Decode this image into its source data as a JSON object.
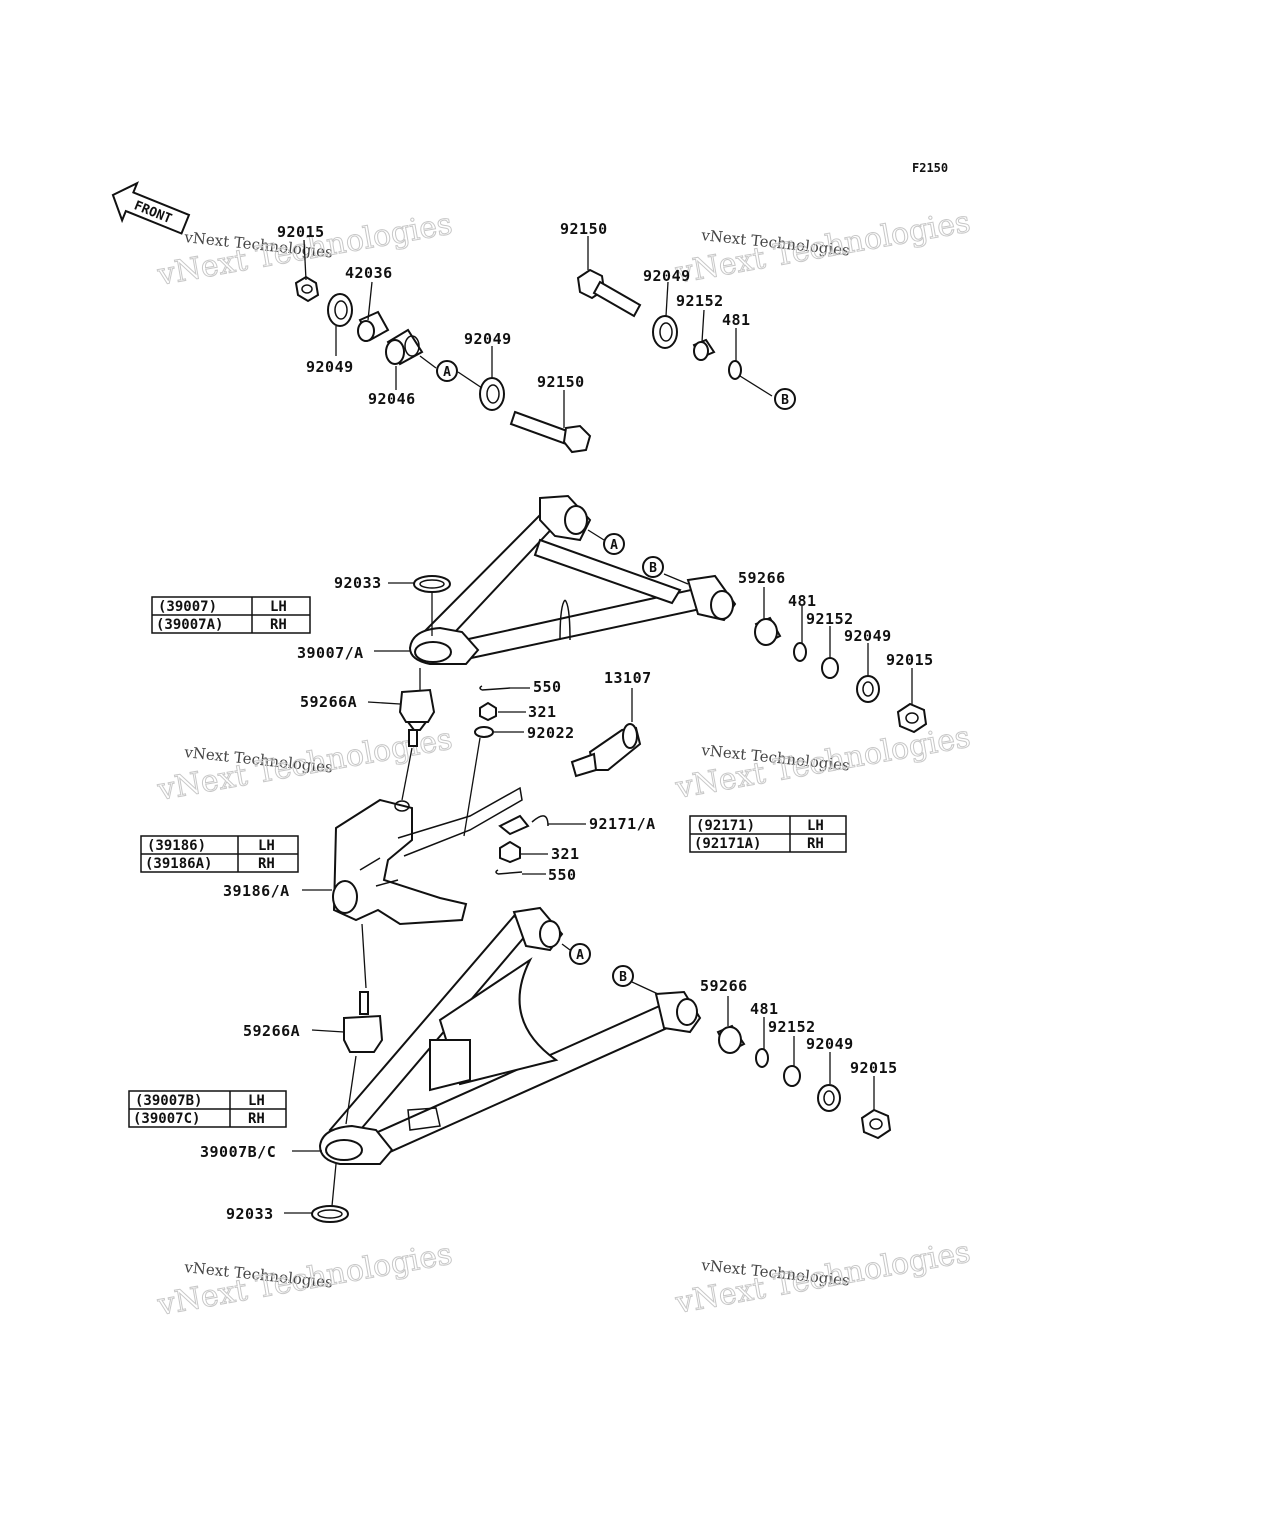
{
  "diagram": {
    "code": "F2150",
    "front_label": "FRONT",
    "watermark_line1": "vNext Technologies",
    "watermark_line2": "vNext Technologies",
    "callouts_upper_hw": [
      "92015",
      "42036",
      "92049",
      "92046",
      "92049",
      "92150",
      "92150",
      "92049",
      "92152",
      "481"
    ],
    "callouts_upper_arm": [
      "92033",
      "39007/A",
      "59266",
      "481",
      "92152",
      "92049",
      "92015"
    ],
    "callouts_knuckle": [
      "59266A",
      "550",
      "321",
      "92022",
      "13107",
      "92171/A",
      "321",
      "550",
      "39186/A"
    ],
    "callouts_lower_arm": [
      "59266",
      "481",
      "92152",
      "92049",
      "92015",
      "59266A",
      "39007B/C",
      "92033"
    ],
    "markers": {
      "A": "A",
      "B": "B"
    },
    "tables": {
      "upper_arm": [
        [
          "(39007)",
          "LH"
        ],
        [
          "(39007A)",
          "RH"
        ]
      ],
      "knuckle": [
        [
          "(39186)",
          "LH"
        ],
        [
          "(39186A)",
          "RH"
        ]
      ],
      "lower_arm": [
        [
          "(39007B)",
          "LH"
        ],
        [
          "(39007C)",
          "RH"
        ]
      ],
      "retainer": [
        [
          "(92171)",
          "LH"
        ],
        [
          "(92171A)",
          "RH"
        ]
      ]
    }
  }
}
